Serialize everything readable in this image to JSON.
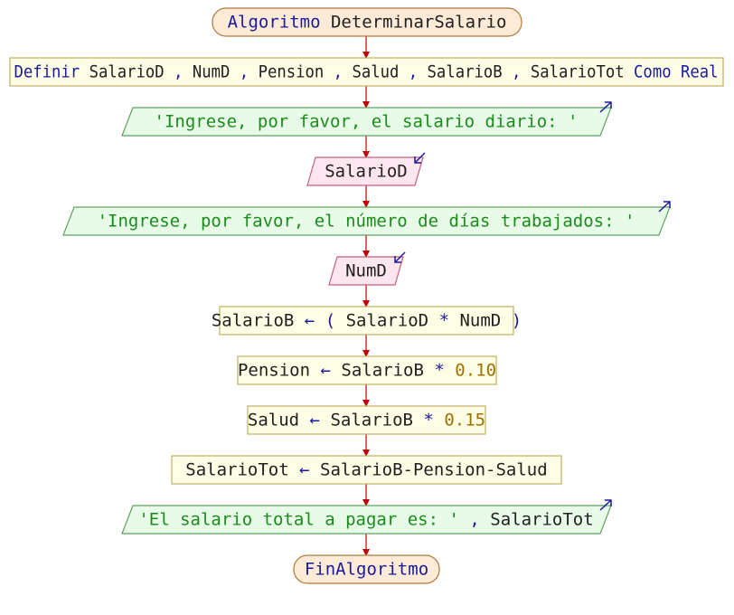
{
  "colors": {
    "terminal_fill": "#fdebd7",
    "terminal_stroke": "#b07a3a",
    "process_fill": "#fefde6",
    "process_stroke": "#c0b060",
    "output_fill": "#e8fbe8",
    "output_stroke": "#60a060",
    "input_fill": "#fde6ef",
    "input_stroke": "#c06080",
    "arrow": "#c00000",
    "keyword": "#1a1a9c",
    "text": "#202020",
    "string": "#1a8c1a",
    "number": "#a07000",
    "io_arrow": "#1a1a9c"
  },
  "flowchart": {
    "start": {
      "keyword": "Algoritmo",
      "name": "DeterminarSalario"
    },
    "definition": {
      "keyword": "Definir",
      "vars": [
        "SalarioD",
        "NumD",
        "Pension",
        "Salud",
        "SalarioB",
        "SalarioTot"
      ],
      "separator": ",",
      "type_keyword": "Como Real"
    },
    "output_1": {
      "text": "'Ingrese, por favor, el salario diario:  '"
    },
    "input_1": {
      "text": "SalarioD"
    },
    "output_2": {
      "text": "'Ingrese, por favor, el número de días trabajados:  '"
    },
    "input_2": {
      "text": "NumD"
    },
    "assign_1": {
      "target": "SalarioB",
      "arrow": "←",
      "open": "(",
      "a": "SalarioD",
      "op": "*",
      "b": "NumD",
      "close": ")"
    },
    "assign_2": {
      "target": "Pension",
      "arrow": "←",
      "a": "SalarioB",
      "op": "*",
      "num": "0.10"
    },
    "assign_3": {
      "target": "Salud",
      "arrow": "←",
      "a": "SalarioB",
      "op": "*",
      "num": "0.15"
    },
    "assign_4": {
      "target": "SalarioTot",
      "arrow": "←",
      "expr": "SalarioB-Pension-Salud"
    },
    "output_3": {
      "str": "'El salario total a pagar es: '",
      "sep": ",",
      "var": "SalarioTot"
    },
    "end": {
      "keyword": "FinAlgoritmo"
    }
  }
}
